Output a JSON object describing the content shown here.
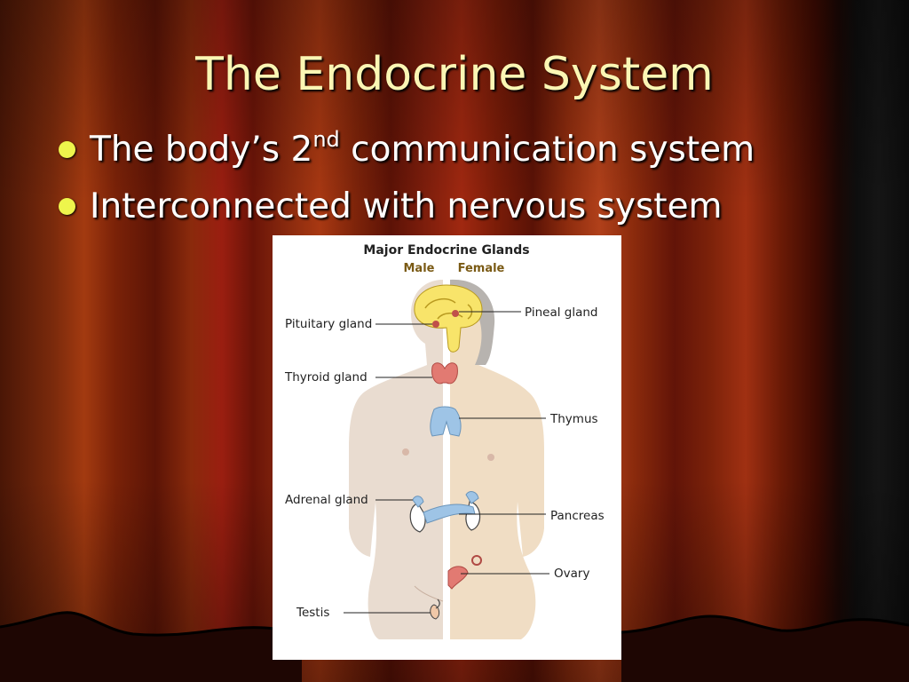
{
  "slide": {
    "title": "The Endocrine System",
    "bullets": [
      {
        "text_before": "The body’s 2",
        "sup": "nd",
        "text_after": " communication system"
      },
      {
        "text_before": "Interconnected with nervous system",
        "sup": "",
        "text_after": ""
      }
    ]
  },
  "diagram": {
    "title": "Major Endocrine Glands",
    "subtitle_male": "Male",
    "subtitle_female": "Female",
    "labels": {
      "pituitary": "Pituitary gland",
      "pineal": "Pineal gland",
      "thyroid": "Thyroid gland",
      "thymus": "Thymus",
      "adrenal": "Adrenal gland",
      "pancreas": "Pancreas",
      "ovary": "Ovary",
      "testis": "Testis"
    }
  },
  "colors": {
    "title": "#fbf6b4",
    "bullet_text": "#ffffff",
    "bullet_dot": "#eef54c",
    "brain": "#f8e46a",
    "skin_male": "#e9dcd0",
    "skin_female": "#f0ddc4",
    "thyroid": "#e27a72",
    "thymus": "#9ec4e6"
  }
}
